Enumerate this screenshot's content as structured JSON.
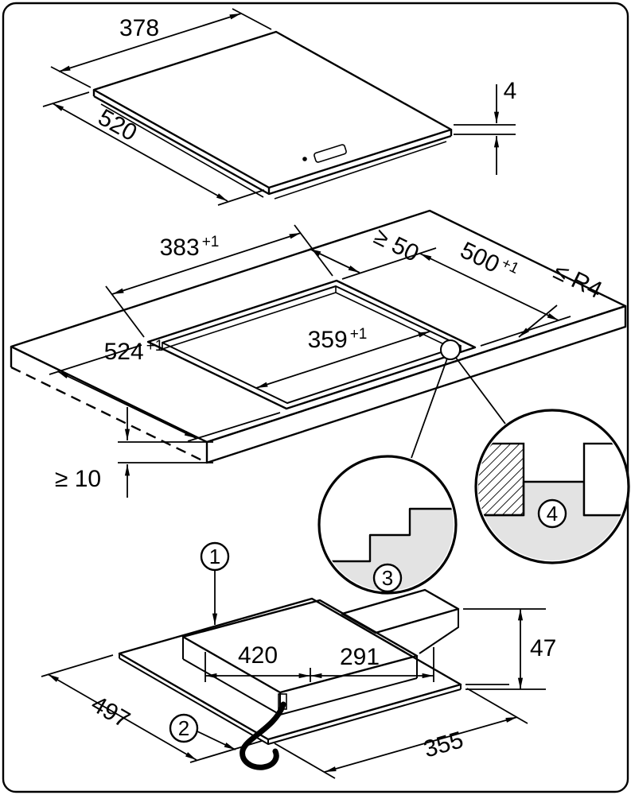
{
  "colors": {
    "line": "#000000",
    "surface": "#f0f0f0",
    "section": "#e3e3e3",
    "background": "#ffffff"
  },
  "top_view": {
    "width_mm": "378",
    "depth_mm": "520",
    "thickness_mm": "4"
  },
  "cutout_view": {
    "flush_cutout_width": "383",
    "flush_cutout_width_tol": "+1",
    "rear_clearance": "≥ 50",
    "cutout_depth": "500",
    "cutout_depth_tol": "+1",
    "corner_radius": "≤ R4",
    "flush_cutout_depth": "524",
    "flush_cutout_depth_tol": "+1",
    "cutout_width": "359",
    "cutout_width_tol": "+1",
    "worktop_min_thickness": "≥ 10",
    "detail_marker_3": "3",
    "detail_marker_4": "4"
  },
  "underside_view": {
    "callout_1": "1",
    "callout_2": "2",
    "housing_front_width": "420",
    "housing_rear_width": "291",
    "housing_height": "47",
    "depth": "497",
    "width": "355"
  }
}
